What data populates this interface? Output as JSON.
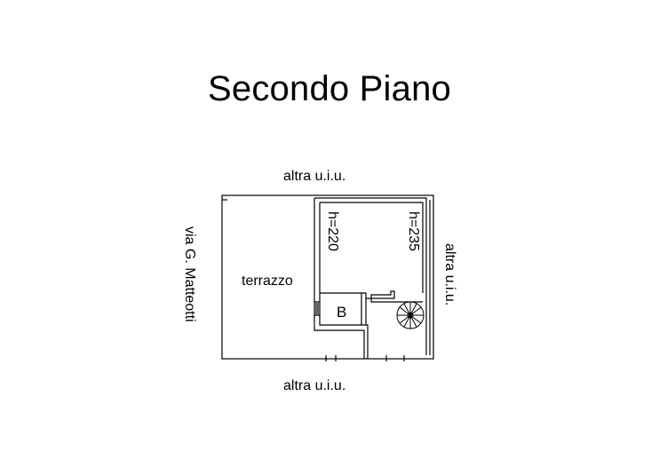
{
  "title": "Secondo Piano",
  "labels": {
    "top": "altra u.i.u.",
    "bottom": "altra u.i.u.",
    "right": "altra u.i.u.",
    "left": "via G. Matteotti",
    "terrace": "terrazzo",
    "height_1": "h=220",
    "height_2": "h=235",
    "bathroom": "B"
  },
  "colors": {
    "line": "#000000",
    "background": "#ffffff"
  }
}
